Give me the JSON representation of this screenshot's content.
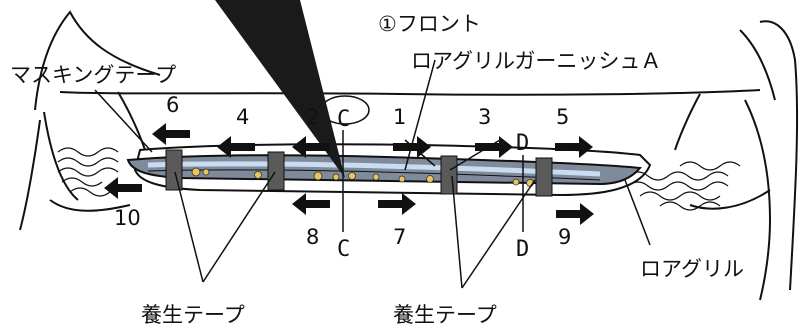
{
  "labels": {
    "front_lower_grille_line1": "①フロント",
    "front_lower_grille_line2": "ロアグリルガーニッシュＡ",
    "masking_tape": "マスキングテープ",
    "lower_grille": "ロアグリル",
    "protective_tape_left": "養生テープ",
    "protective_tape_right": "養生テープ"
  },
  "section_marks": {
    "c_top": "C",
    "c_bottom": "C",
    "d_top": "D",
    "d_bottom": "D"
  },
  "steps": {
    "s1": "1",
    "s2": "2",
    "s3": "3",
    "s4": "4",
    "s5": "5",
    "s6": "6",
    "s7": "7",
    "s8": "8",
    "s9": "9",
    "s10": "10"
  },
  "colors": {
    "line": "#111111",
    "garnish_fill": "#7f8a9a",
    "garnish_highlight": "#c9dcf2",
    "tape": "#5a5a5a",
    "clip": "#e8c65a",
    "wedge": "#1a1a1a"
  }
}
